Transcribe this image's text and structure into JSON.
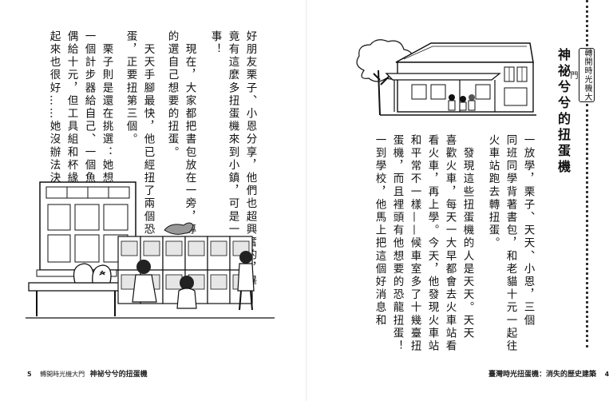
{
  "right_page": {
    "series_label": "轉開時光機大門",
    "chapter_title": "神祕兮兮的扭蛋機",
    "columns": [
      "一放學，栗子、天天、小恩，三個",
      "同班同學背著書包，和老貓十元一起往",
      "火車站跑去轉扭蛋。",
      "　發現這些扭蛋機的人是天天。天天",
      "喜歡火車，每天一大早都會去火車站看",
      "看火車，再上學。今天，他發現火車站",
      "和平常不一樣——候車室多了十幾臺扭",
      "蛋機，而且裡頭有他想要的恐龍扭蛋！",
      "一到學校，他馬上把這個好消息和"
    ],
    "footer_book": "臺灣時光扭蛋機：消失的歷史建築",
    "footer_page": "4"
  },
  "left_page": {
    "columns": [
      "好朋友栗子、小恩分享，他們也超興奮的，畢",
      "竟有這麼多扭蛋機來到小鎮，可是一件超級大",
      "事！",
      "　現在，大家都把書包放在一旁，專心",
      "的選自己想要的扭蛋。",
      "　天天手腳最快，他已經扭了兩個恐龍扭",
      "蛋，正要扭第三個。",
      "　栗子則是還在挑選：她想扭",
      "一個計步器給自己、一個魚形玩",
      "偶給十元，但工具組和杯緣子看",
      "起來也很好……她沒辦法決定。"
    ],
    "footer_page": "5",
    "footer_series": "轉開時光機大門",
    "footer_chapter": "神祕兮兮的扭蛋機"
  },
  "icons": {
    "station_illustration": "train-station-illustration-icon",
    "capsule_illustration": "capsule-machines-illustration-icon"
  }
}
